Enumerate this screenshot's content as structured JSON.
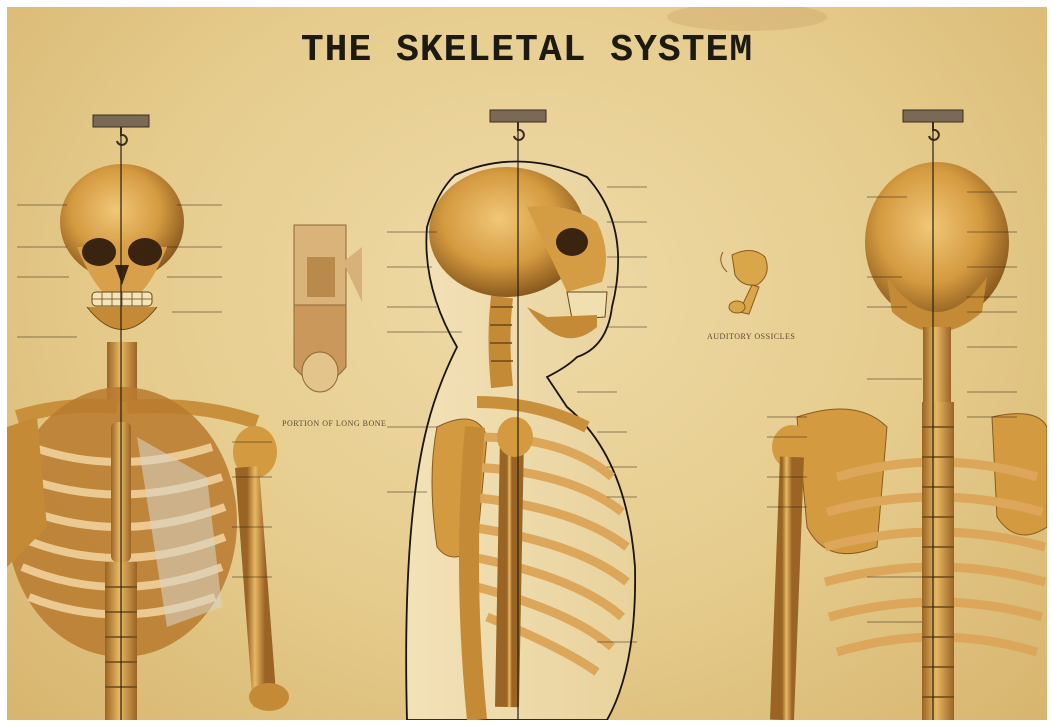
{
  "poster": {
    "title": "THE SKELETAL SYSTEM",
    "captions": {
      "long_bone": "PORTION OF LONG BONE",
      "ossicles": "AUDITORY OSSICLES"
    },
    "views": [
      "anterior-skeleton",
      "lateral-skeleton",
      "posterior-skeleton"
    ]
  },
  "colors": {
    "paper": "#e8d08f",
    "bone": "#d9a64a",
    "bone_shadow": "#8a5a1e",
    "text": "#1d1a12"
  }
}
